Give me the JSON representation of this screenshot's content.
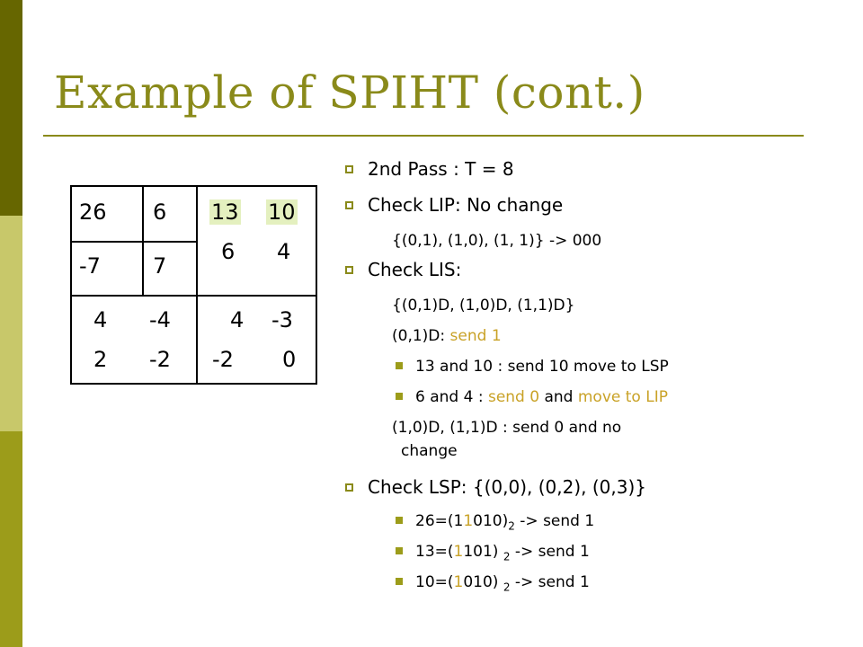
{
  "title": "Example of SPIHT (cont.)",
  "table": {
    "r0c0": "26",
    "r0c1": "6",
    "r1c0": "-7",
    "r1c1": "7",
    "q_tr": {
      "a": "13",
      "b": "10",
      "c": "6",
      "d": "4"
    },
    "q_bl": {
      "a": "4",
      "b": "-4",
      "c": "2",
      "d": "-2"
    },
    "q_br": {
      "a": "4",
      "b": "-3",
      "c": "-2",
      "d": "0"
    }
  },
  "bullets": {
    "pass": "2nd Pass  : T = 8",
    "lip": "Check LIP: No change",
    "lip_sub": "{(0,1), (1,0), (1, 1)} -> 000",
    "lis": "Check LIS:",
    "lis_set": "{(0,1)D, (1,0)D, (1,1)D}",
    "d01_pre": "(0,1)D: ",
    "d01_send": "send 1",
    "d01_a": "13 and 10 :  send 10 move to LSP",
    "d01_b_pre": "6 and 4 : ",
    "d01_b_send": "send 0",
    "d01_b_and": " and ",
    "d01_b_move": "move to LIP",
    "d10_line1": "(1,0)D, (1,1)D : send 0 and no",
    "d10_line2": "change",
    "lsp": "Check LSP: {(0,0), (0,2), (0,3)}",
    "lsp_a": {
      "pre": "26=(1",
      "hi": "1",
      "post": "010)",
      "sub": "2",
      "end": " -> send 1"
    },
    "lsp_b": {
      "pre": "13=(",
      "hi": "1",
      "post": "101) ",
      "sub": "2",
      "end": " -> send 1"
    },
    "lsp_c": {
      "pre": "10=(",
      "hi": "1",
      "post": "010) ",
      "sub": "2",
      "end": " -> send 1"
    }
  }
}
